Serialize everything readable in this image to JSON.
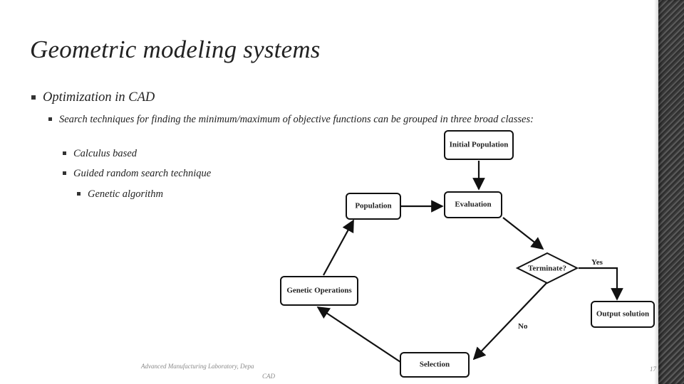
{
  "slide": {
    "title": "Geometric modeling systems",
    "bullets": {
      "level1": "Optimization in CAD",
      "level2": "Search techniques for finding the minimum/maximum of objective functions can be grouped in three broad classes:",
      "level3a": "Calculus based",
      "level3b": "Guided random search technique",
      "level4": "Genetic algorithm"
    },
    "footer": {
      "line1": "Advanced Manufacturing Laboratory, Depa",
      "line2": "CAD",
      "page": "17"
    }
  },
  "diagram": {
    "nodes": {
      "initial_population": "Initial Population",
      "evaluation": "Evaluation",
      "population": "Population",
      "terminate": "Terminate?",
      "genetic_operations": "Genetic Operations",
      "output_solution": "Output solution",
      "selection": "Selection"
    },
    "edge_labels": {
      "yes": "Yes",
      "no": "No"
    }
  }
}
